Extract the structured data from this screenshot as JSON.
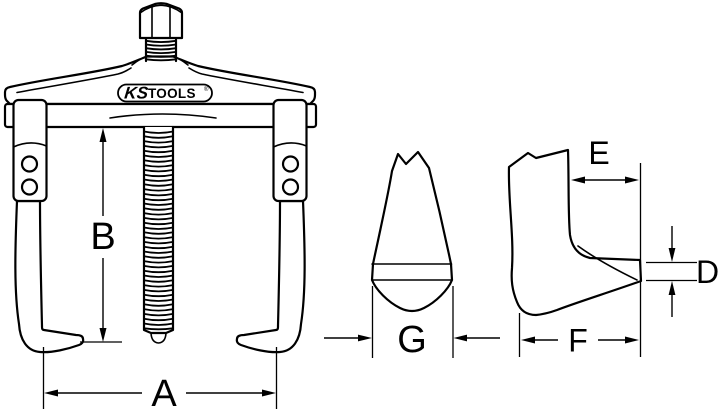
{
  "drawing": {
    "brand_logo": {
      "ks": "KS",
      "tools": "TOOLS",
      "mark": "®"
    },
    "dimension_labels": {
      "A": "A",
      "B": "B",
      "D": "D",
      "E": "E",
      "F": "F",
      "G": "G"
    },
    "colors": {
      "line": "#000000",
      "background": "#ffffff"
    }
  }
}
